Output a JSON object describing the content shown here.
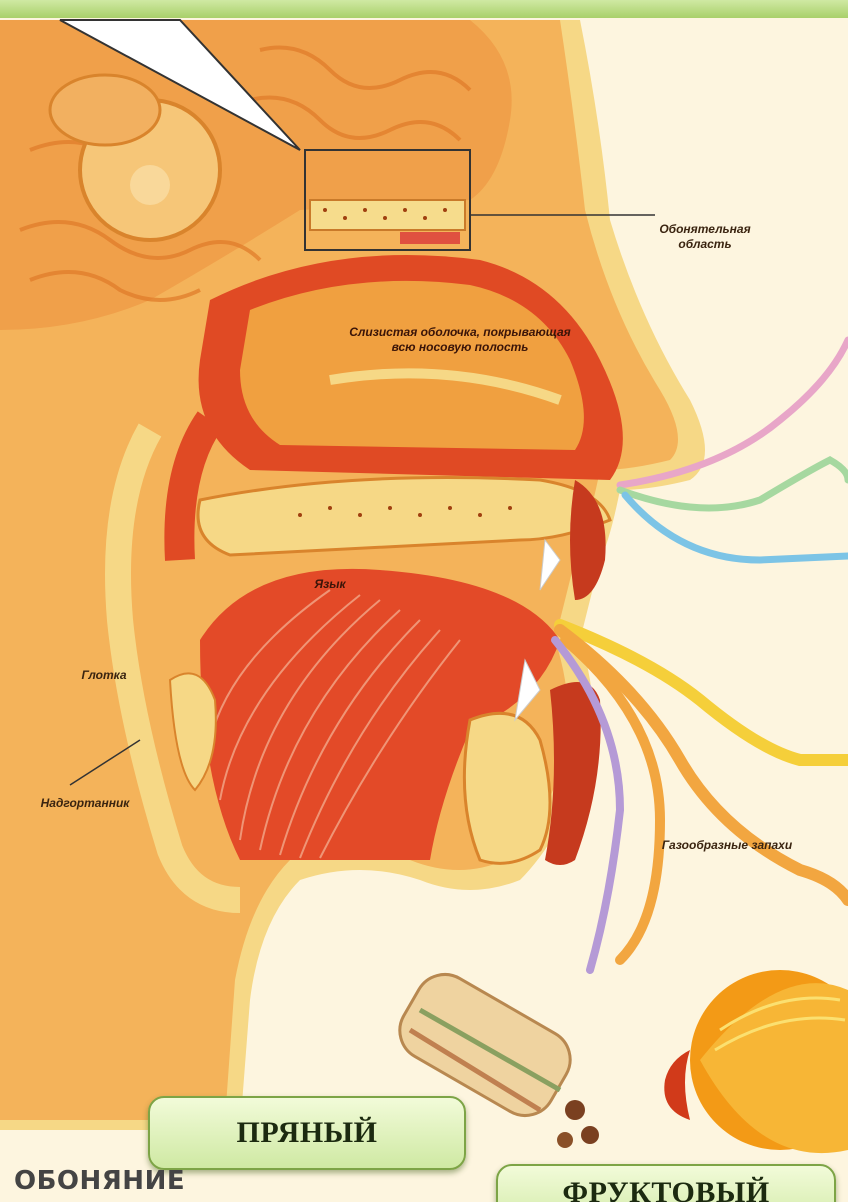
{
  "labels": {
    "olfactory_area": "Обонятельная область",
    "mucosa": "Слизистая оболочка, покрывающая всю носовую полость",
    "tongue": "Язык",
    "pharynx": "Глотка",
    "epiglottis": "Надгортанник",
    "gaseous_odors": "Газообразные запахи"
  },
  "tags": {
    "spicy": "ПРЯНЫЙ",
    "fruity": "ФРУКТОВЫЙ"
  },
  "caption": "ОБОНЯНИЕ",
  "colors": {
    "tag_border": "#7da446",
    "tag_fill": "#cfe9a3",
    "scent_pink": "#e8a6c8",
    "scent_green": "#a6d8a0",
    "scent_blue": "#7cc4e6",
    "scent_purple": "#b59ad6",
    "scent_orange": "#f2a640",
    "scent_yellow": "#f5cf3a"
  }
}
